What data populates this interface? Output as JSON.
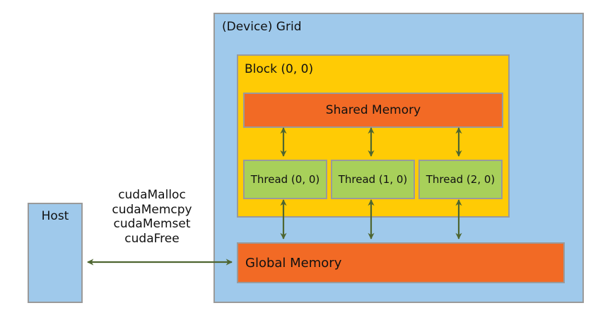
{
  "grid": {
    "label": "(Device) Grid"
  },
  "block": {
    "label": "Block (0, 0)",
    "shared_memory": "Shared Memory",
    "threads": [
      {
        "label": "Thread (0, 0)"
      },
      {
        "label": "Thread (1, 0)"
      },
      {
        "label": "Thread (2, 0)"
      }
    ]
  },
  "global_memory": {
    "label": "Global Memory"
  },
  "host": {
    "label": "Host"
  },
  "host_device_api": [
    "cudaMalloc",
    "cudaMemcpy",
    "cudaMemset",
    "cudaFree"
  ],
  "colors": {
    "grid": "#9fc9eb",
    "block": "#ffcb05",
    "memory": "#f26a25",
    "thread": "#a8d05a",
    "host": "#9fc9eb",
    "arrow": "#4e6631",
    "border": "#9a9a9a"
  }
}
